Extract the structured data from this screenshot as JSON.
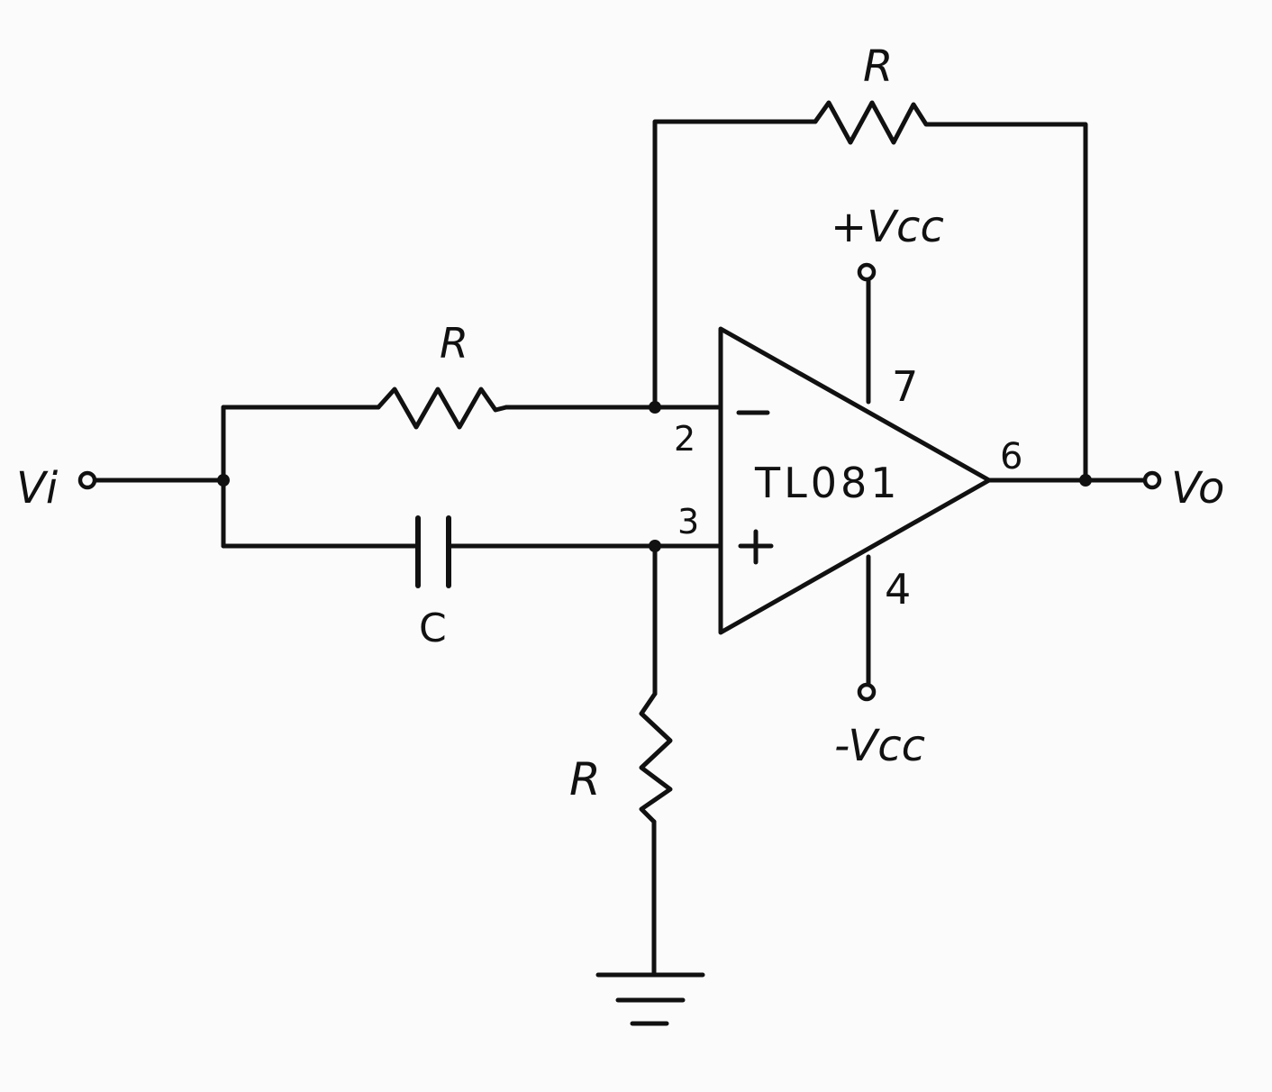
{
  "labels": {
    "input": "Vi",
    "output": "Vo",
    "resistor_feedback": "R",
    "resistor_input": "R",
    "resistor_ground": "R",
    "capacitor": "C",
    "opamp": "TL081",
    "pin_inverting": "2",
    "pin_noninverting": "3",
    "pin_output": "6",
    "pin_vplus": "7",
    "pin_vminus": "4",
    "supply_positive": "+Vcc",
    "supply_negative": "-Vcc"
  },
  "colors": {
    "ink": "#111111",
    "paper": "#fbfbfb"
  }
}
